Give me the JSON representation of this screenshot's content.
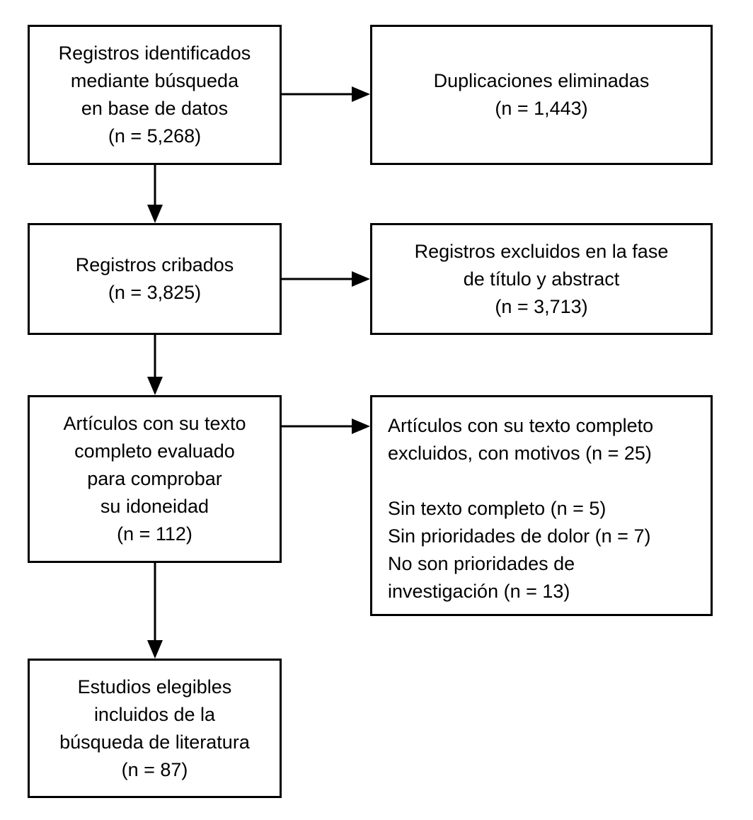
{
  "diagram": {
    "background_color": "#ffffff",
    "box_border_color": "#000000",
    "text_color": "#000000",
    "arrow_color": "#000000",
    "boxes": {
      "identified": {
        "align": "center",
        "lines": [
          "Registros identificados",
          "mediante búsqueda",
          "en base de datos",
          "(n = 5,268)"
        ],
        "n": "5,268"
      },
      "duplicates_removed": {
        "align": "center",
        "lines": [
          "Duplicaciones eliminadas",
          "(n = 1,443)"
        ],
        "n": "1,443"
      },
      "screened": {
        "align": "center",
        "lines": [
          "Registros cribados",
          "(n = 3,825)"
        ],
        "n": "3,825"
      },
      "excluded_title_abstract": {
        "align": "center",
        "lines": [
          "Registros excluidos en la fase",
          "de título y abstract",
          "(n = 3,713)"
        ],
        "n": "3,713"
      },
      "fulltext_assessed": {
        "align": "center",
        "lines": [
          "Artículos con su texto",
          "completo evaluado",
          "para comprobar",
          "su idoneidad",
          "(n = 112)"
        ],
        "n": "112"
      },
      "fulltext_excluded": {
        "align": "left",
        "lines": [
          "Artículos con su texto completo",
          "excluidos, con motivos (n = 25)",
          "",
          "Sin texto completo (n = 5)",
          "Sin prioridades de dolor (n = 7)",
          "No son prioridades de",
          "investigación (n = 13)"
        ],
        "n": "25"
      },
      "included": {
        "align": "center",
        "lines": [
          "Estudios elegibles",
          "incluidos de la",
          "búsqueda de literatura",
          "(n = 87)"
        ],
        "n": "87"
      }
    }
  }
}
